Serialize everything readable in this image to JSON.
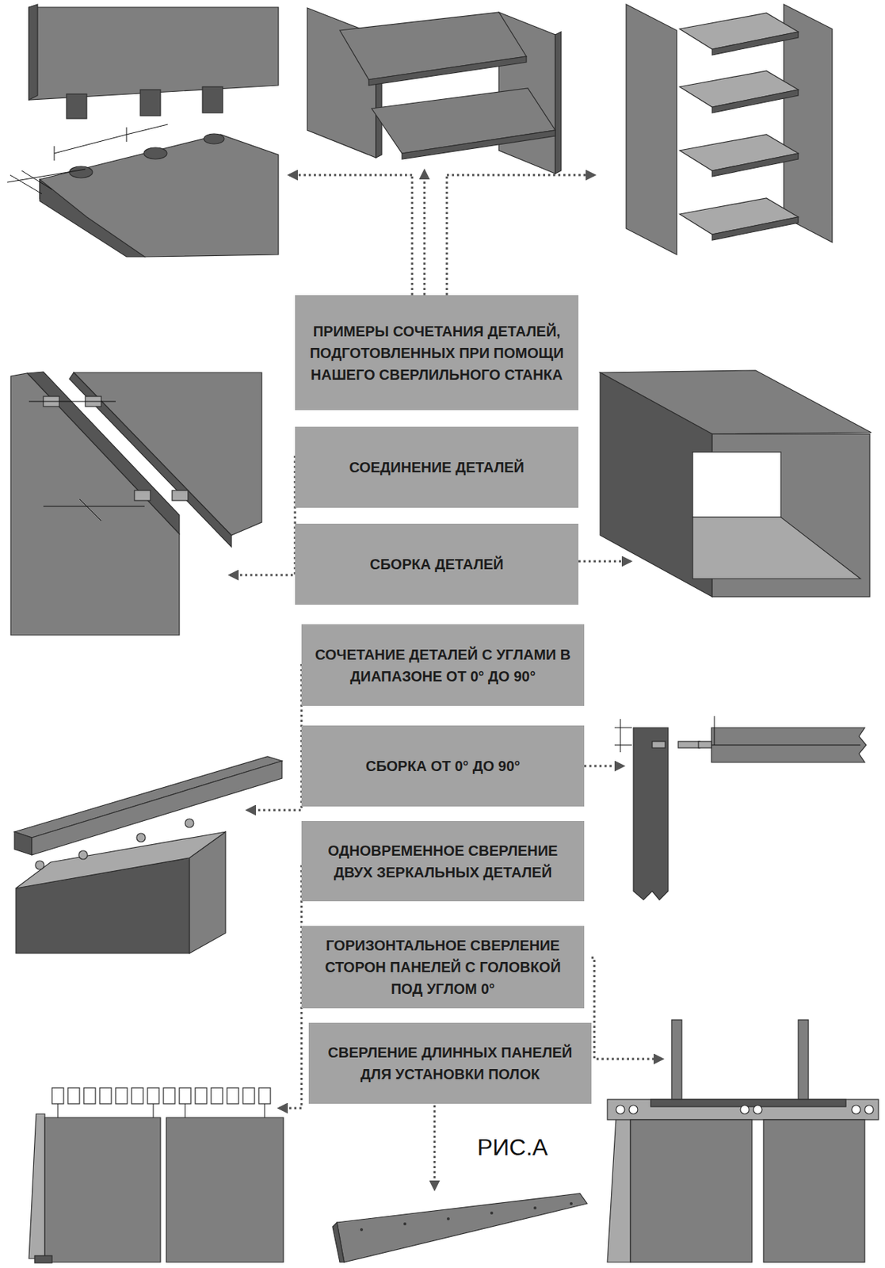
{
  "diagram": {
    "nodes": [
      {
        "text": [
          "ПРИМЕРЫ СОЧЕТАНИЯ ДЕТАЛЕЙ, ПОДГОТОВЛЕННЫХ ПРИ ПОМОЩИ НАШЕГО СВЕРЛИЛЬНОГО СТАНКА"
        ]
      },
      {
        "text": [
          "СОЕДИНЕНИЕ ДЕТАЛЕЙ"
        ]
      },
      {
        "text": [
          "СБОРКА ДЕТАЛЕЙ"
        ]
      },
      {
        "text": [
          "СОЧЕТАНИЕ ДЕТАЛЕЙ С УГЛАМИ В ДИАПАЗОНЕ ОТ 0° ДО 90°"
        ]
      },
      {
        "text": [
          "СБОРКА ОТ 0° ДО 90°"
        ]
      },
      {
        "text": [
          "ОДНОВРЕМЕННОЕ СВЕРЛЕНИЕ ДВУХ ЗЕРКАЛЬНЫХ ДЕТАЛЕЙ"
        ]
      },
      {
        "text": [
          "ГОРИЗОНТАЛЬНОЕ СВЕРЛЕНИЕ СТОРОН ПАНЕЛЕЙ С ГОЛОВКОЙ ПОД УГЛОМ 0°"
        ]
      },
      {
        "text": [
          "СВЕРЛЕНИЕ ДЛИННЫХ ПАНЕЛЕЙ ДЛЯ УСТАНОВКИ ПОЛОК"
        ]
      }
    ],
    "labels": [
      "РИС.А"
    ]
  }
}
